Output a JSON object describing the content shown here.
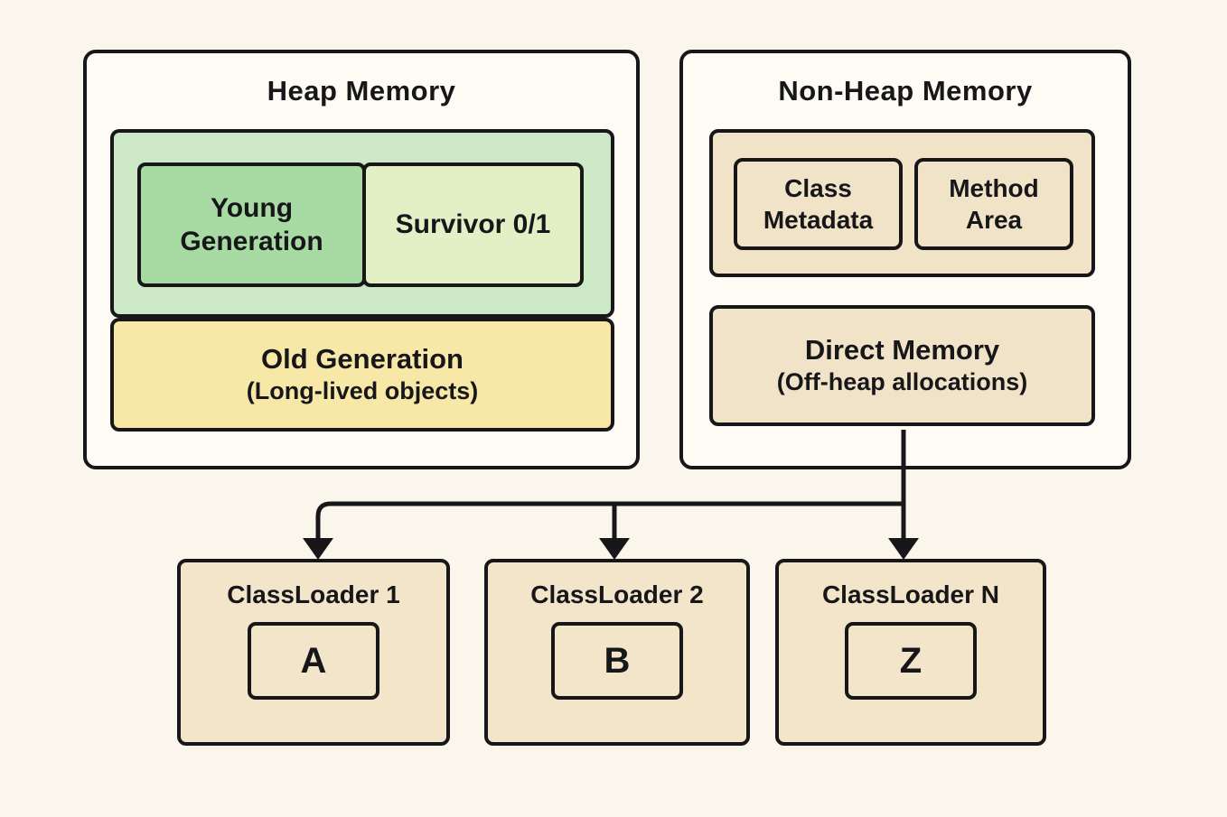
{
  "diagram": {
    "heap": {
      "title": "Heap Memory",
      "young_generation_label": "Young Generation",
      "survivor_label": "Survivor 0/1",
      "old_generation_title": "Old Generation",
      "old_generation_subtitle": "(Long-lived objects)"
    },
    "non_heap": {
      "title": "Non-Heap Memory",
      "class_metadata_label": "Class Metadata",
      "method_area_label": "Method Area",
      "direct_memory_title": "Direct Memory",
      "direct_memory_subtitle": "(Off-heap allocations)"
    },
    "classloaders": [
      {
        "label": "ClassLoader 1",
        "class_label": "A"
      },
      {
        "label": "ClassLoader 2",
        "class_label": "B"
      },
      {
        "label": "ClassLoader N",
        "class_label": "Z"
      }
    ],
    "colors": {
      "background": "#faf6eb",
      "panel_fill": "#fdfbf3",
      "border": "#17171a",
      "young_container_green": "#cde8c7",
      "young_generation_green": "#a8dba3",
      "survivor_green": "#e3f0c5",
      "old_generation_yellow": "#f8e8a7",
      "non_heap_tan": "#f1e3c8",
      "classloader_tan": "#f2e5ca",
      "arrow": "#17171a"
    }
  }
}
